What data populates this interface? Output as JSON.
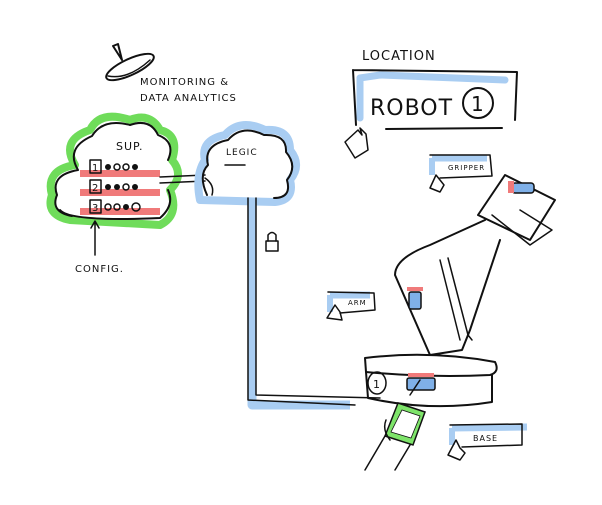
{
  "monitoring": {
    "label_line1": "MONITORING &",
    "label_line2": "DATA ANALYTICS"
  },
  "sup_cloud": {
    "label": "SUP.",
    "servers": [
      {
        "number": "1"
      },
      {
        "number": "2"
      },
      {
        "number": "3"
      }
    ]
  },
  "config": {
    "label": "CONFIG."
  },
  "legic_cloud": {
    "label": "LEGIC"
  },
  "location": {
    "heading": "LOCATION",
    "robot_label": "ROBOT",
    "robot_number": "1"
  },
  "robot_parts": {
    "gripper": "GRIPPER",
    "arm": "ARM",
    "base": "BASE",
    "base_number": "1"
  },
  "colors": {
    "green": "#6fdc5a",
    "blue": "#a9cdf2",
    "red": "#f07a7a",
    "ink": "#111111"
  }
}
